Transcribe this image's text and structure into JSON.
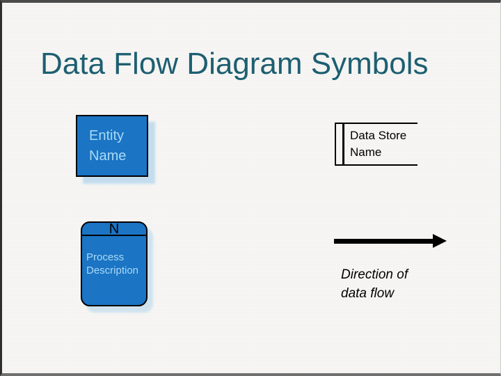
{
  "slide": {
    "title": "Data Flow Diagram Symbols",
    "symbols": {
      "entity": {
        "label": "Entity Name"
      },
      "data_store": {
        "label": "Data Store Name"
      },
      "process": {
        "number": "N",
        "label": "Process Description"
      },
      "flow": {
        "label": "Direction of data flow"
      }
    },
    "colors": {
      "title_text": "#1d5f71",
      "shape_fill": "#1b74c4",
      "shape_light_text": "#a9daf5",
      "shape_outline": "#000000",
      "shape_shadow": "#c3ddee",
      "body_text": "#000000",
      "background": "#f6f5f3",
      "frame_border": "#4b4b4b"
    }
  }
}
